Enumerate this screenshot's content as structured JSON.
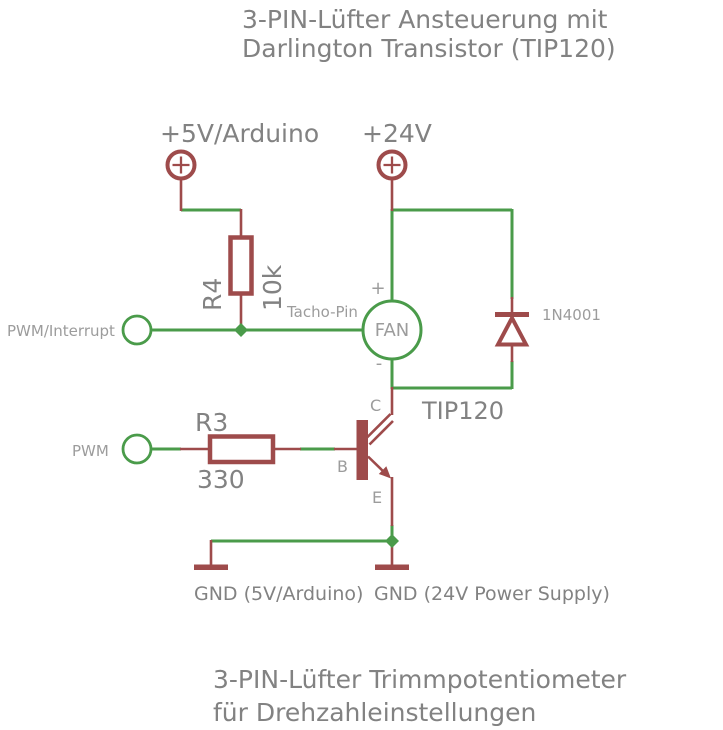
{
  "titles": {
    "top_line1": "3-PIN-Lüfter Ansteuerung mit",
    "top_line2": "Darlington Transistor (TIP120)",
    "bottom_line1": "3-PIN-Lüfter Trimmpotentiometer",
    "bottom_line2": "für Drehzahleinstellungen"
  },
  "supplies": {
    "v5_label": "+5V/Arduino",
    "v24_label": "+24V"
  },
  "pins": {
    "pwm_interrupt_label": "PWM/Interrupt",
    "pwm_label": "PWM",
    "tacho_label": "Tacho-Pin"
  },
  "components": {
    "r4": {
      "name": "R4",
      "value": "10k"
    },
    "r3": {
      "name": "R3",
      "value": "330"
    },
    "fan": {
      "label": "FAN",
      "plus": "+",
      "minus": "-"
    },
    "diode": {
      "value": "1N4001"
    },
    "transistor": {
      "value": "TIP120",
      "collector": "C",
      "base": "B",
      "emitter": "E"
    }
  },
  "grounds": {
    "gnd_5v_label": "GND (5V/Arduino)",
    "gnd_24v_label": "GND (24V Power Supply)"
  },
  "colors": {
    "wire_green": "#4a9b4a",
    "component_red": "#9e4b4b",
    "text_gray": "#828282",
    "text_light_gray": "#9c9c9c",
    "background": "#ffffff"
  }
}
